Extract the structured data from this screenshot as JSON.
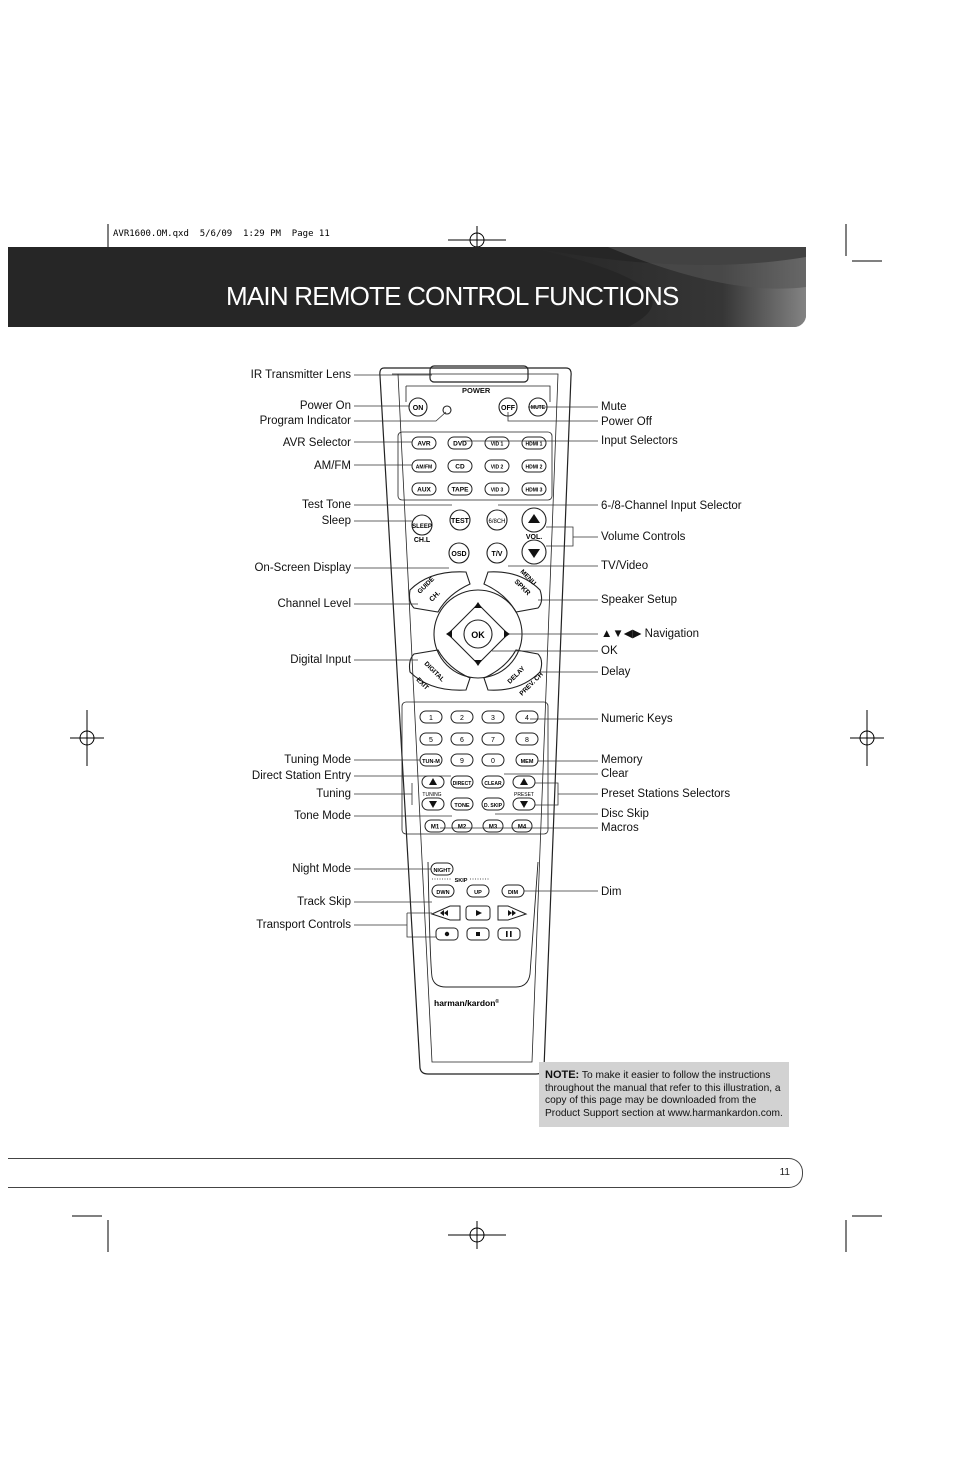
{
  "slug": "AVR1600.OM.qxd  5/6/09  1:29 PM  Page 11",
  "header": {
    "title": "MAIN REMOTE CONTROL FUNCTIONS"
  },
  "labels_left": [
    {
      "text": "IR Transmitter Lens"
    },
    {
      "text": "Power On"
    },
    {
      "text": "Program Indicator"
    },
    {
      "text": "AVR Selector"
    },
    {
      "text": "AM/FM"
    },
    {
      "text": "Test Tone"
    },
    {
      "text": "Sleep"
    },
    {
      "text": "On-Screen Display"
    },
    {
      "text": "Channel Level"
    },
    {
      "text": "Digital Input"
    },
    {
      "text": "Tuning Mode"
    },
    {
      "text": "Direct Station Entry"
    },
    {
      "text": "Tuning"
    },
    {
      "text": "Tone Mode"
    },
    {
      "text": "Night Mode"
    },
    {
      "text": "Track Skip"
    },
    {
      "text": "Transport Controls"
    }
  ],
  "labels_right": [
    {
      "text": "Mute"
    },
    {
      "text": "Power Off"
    },
    {
      "text": "Input Selectors"
    },
    {
      "text": "6-/8-Channel Input Selector"
    },
    {
      "text": "Volume Controls"
    },
    {
      "text": "TV/Video"
    },
    {
      "text": "Speaker Setup"
    },
    {
      "text": "▲▼◀▶ Navigation"
    },
    {
      "text": "OK"
    },
    {
      "text": "Delay"
    },
    {
      "text": "Numeric Keys"
    },
    {
      "text": "Memory"
    },
    {
      "text": "Clear"
    },
    {
      "text": "Preset Stations Selectors"
    },
    {
      "text": "Disc Skip"
    },
    {
      "text": "Macros"
    },
    {
      "text": "Dim"
    }
  ],
  "remote": {
    "power": "POWER",
    "on": "ON",
    "off": "OFF",
    "mute": "MUTE",
    "sources": [
      "AVR",
      "DVD",
      "VID 1",
      "HDMI 1",
      "AM/FM",
      "CD",
      "VID 2",
      "HDMI 2",
      "AUX",
      "TAPE",
      "VID 3",
      "HDMI 3"
    ],
    "test": "TEST",
    "ch68": "6/8CH",
    "sleep": "SLEEP",
    "chl": "CH.L",
    "vol": "VOL.",
    "osd": "OSD",
    "tv": "T/V",
    "guide": "GUIDE",
    "ch": "CH.",
    "menu": "MENU",
    "spkr": "SPKR",
    "ok": "OK",
    "digital": "DIGITAL",
    "exit": "EXIT",
    "delay": "DELAY",
    "prevch": "PREV. CH",
    "numbers": [
      "1",
      "2",
      "3",
      "4",
      "5",
      "6",
      "7",
      "8"
    ],
    "tunm": "TUN-M",
    "nine": "9",
    "zero": "0",
    "mem": "MEM",
    "direct": "DIRECT",
    "clear": "CLEAR",
    "tuning": "TUNING",
    "preset": "PRESET",
    "tone": "TONE",
    "dskip": "D. SKIP",
    "macros": [
      "M1",
      "M2",
      "M3",
      "M4"
    ],
    "night": "NIGHT",
    "skip": "SKIP",
    "dwn": "DWN",
    "up": "UP",
    "dim": "DIM",
    "brand": "harman/kardon"
  },
  "note": {
    "label": "NOTE:",
    "text": "To make it easier to follow the instructions throughout the manual that refer to this illustration, a copy of this page may be downloaded from the Product Support section at www.harmankardon.com."
  },
  "page_number": "11"
}
